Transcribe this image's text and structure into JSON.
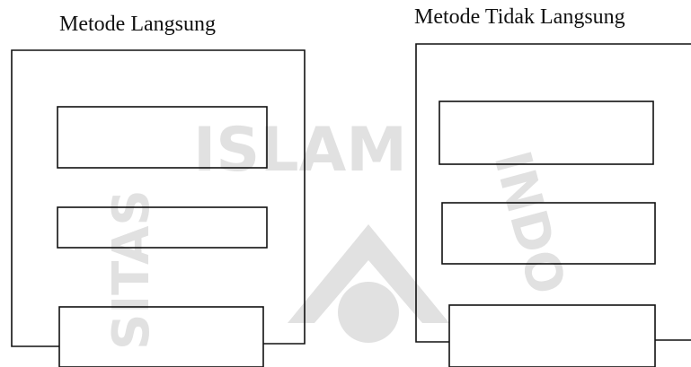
{
  "diagram": {
    "left_title": "Metode Langsung",
    "right_title": "Metode Tidak Langsung"
  },
  "watermark": {
    "text_top": "ISLAM",
    "text_left": "SITAS",
    "text_right": "INDO",
    "color": "#c9c9c9"
  }
}
